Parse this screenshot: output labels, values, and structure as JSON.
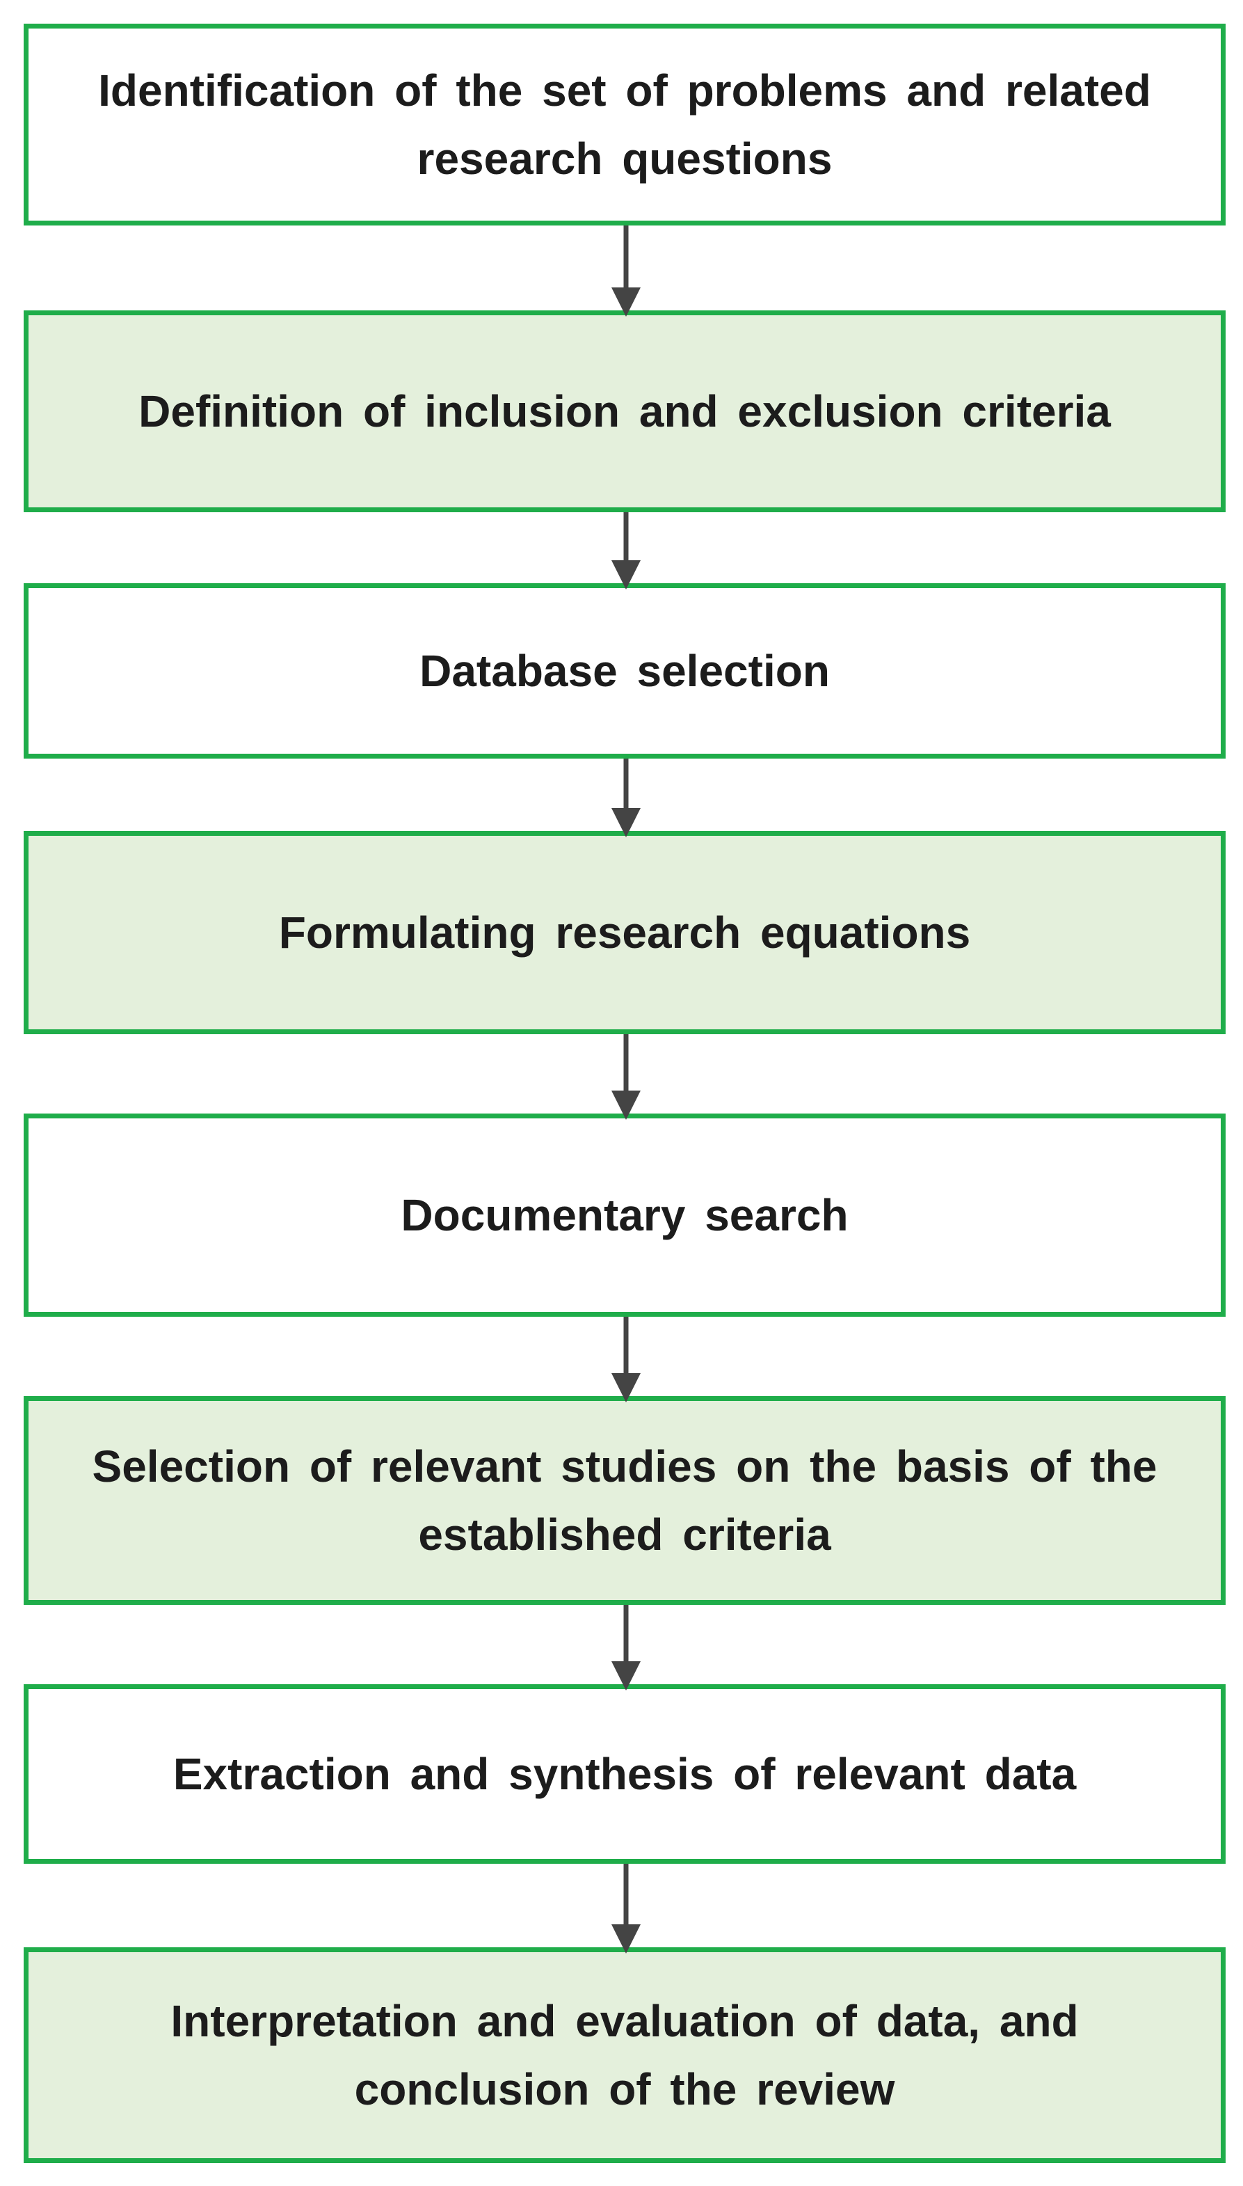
{
  "flowchart": {
    "colors": {
      "border": "#1fad4a",
      "fill_alt": "#e4f0dc",
      "fill_plain": "#ffffff",
      "text": "#1c1c1c",
      "arrow": "#444444"
    },
    "steps": [
      {
        "label": "Identification of the set of problems and related research questions"
      },
      {
        "label": "Definition of inclusion and exclusion criteria"
      },
      {
        "label": "Database selection"
      },
      {
        "label": "Formulating research equations"
      },
      {
        "label": "Documentary search"
      },
      {
        "label": "Selection of relevant studies on the basis of the established criteria"
      },
      {
        "label": "Extraction and synthesis of relevant data"
      },
      {
        "label": "Interpretation and evaluation of data, and conclusion of the review"
      }
    ]
  }
}
